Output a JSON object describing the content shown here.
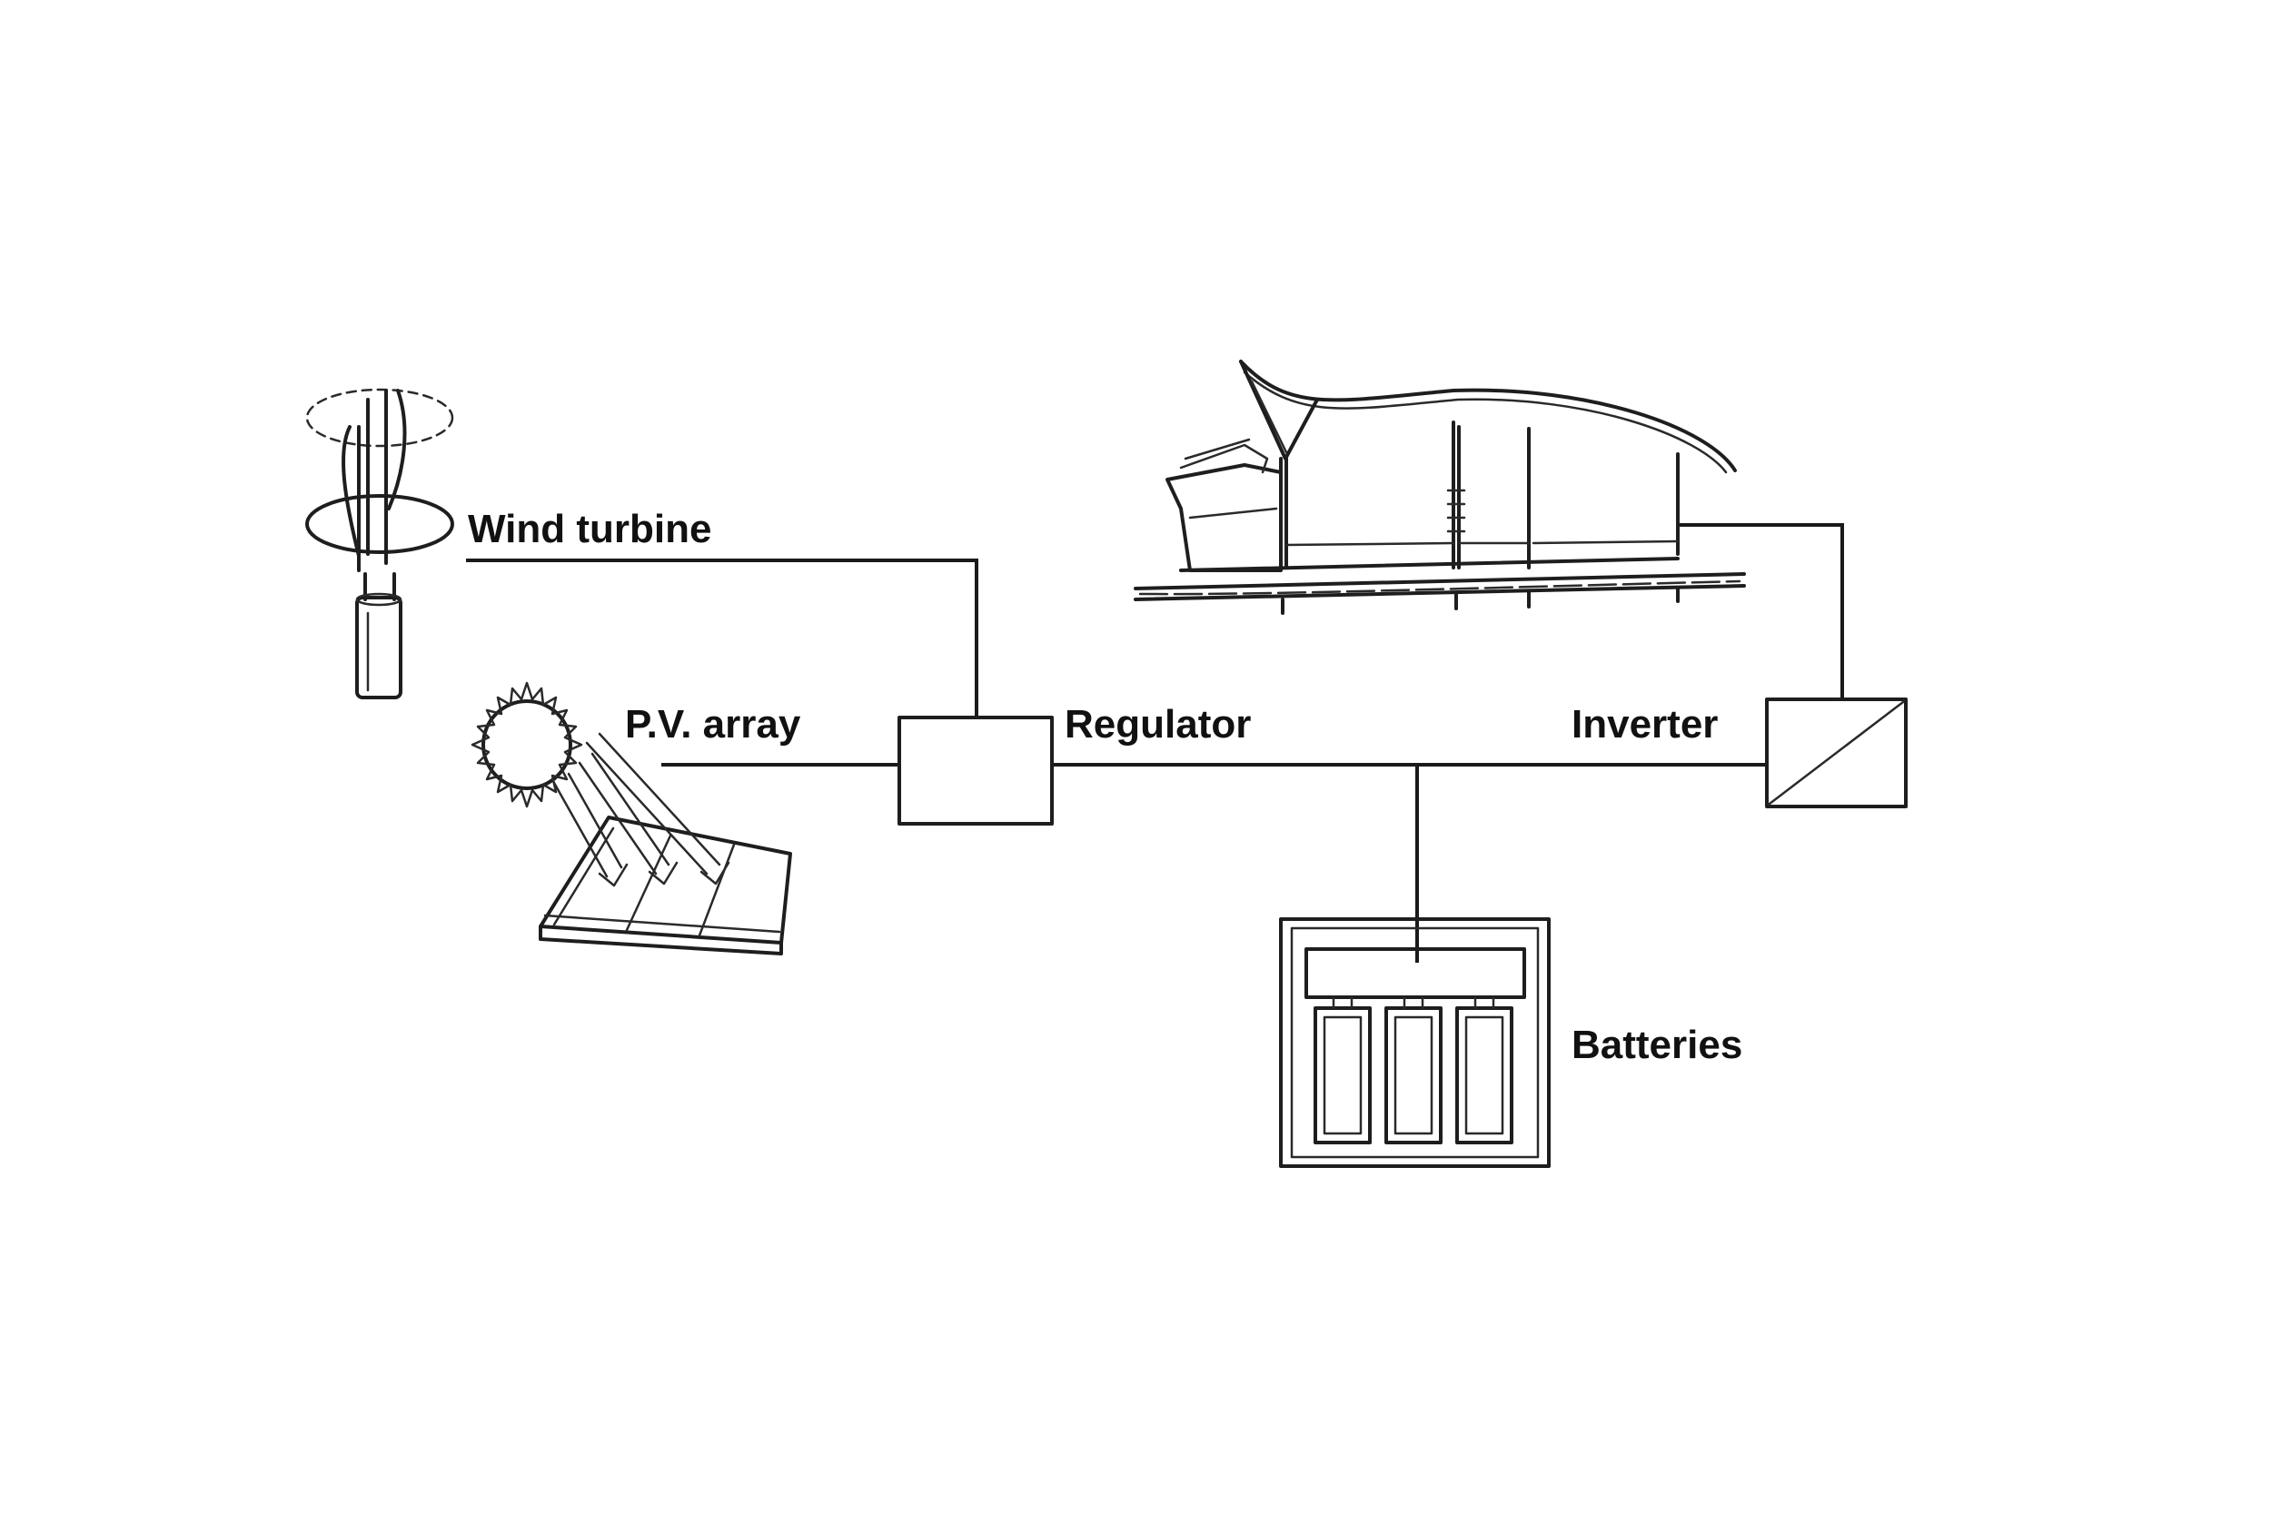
{
  "labels": {
    "wind_turbine": "Wind turbine",
    "pv_array": "P.V. array",
    "regulator": "Regulator",
    "inverter": "Inverter",
    "batteries": "Batteries"
  },
  "icons": {
    "wind_turbine": "vertical-axis-wind-turbine-icon",
    "sun": "sun-icon",
    "solar_panel": "solar-panel-icon",
    "house": "house-icon",
    "batteries": "battery-bank-icon"
  },
  "colors": {
    "ink": "#1e1e1e",
    "background": "#ffffff",
    "panel_fill": "#d9d9d9"
  }
}
